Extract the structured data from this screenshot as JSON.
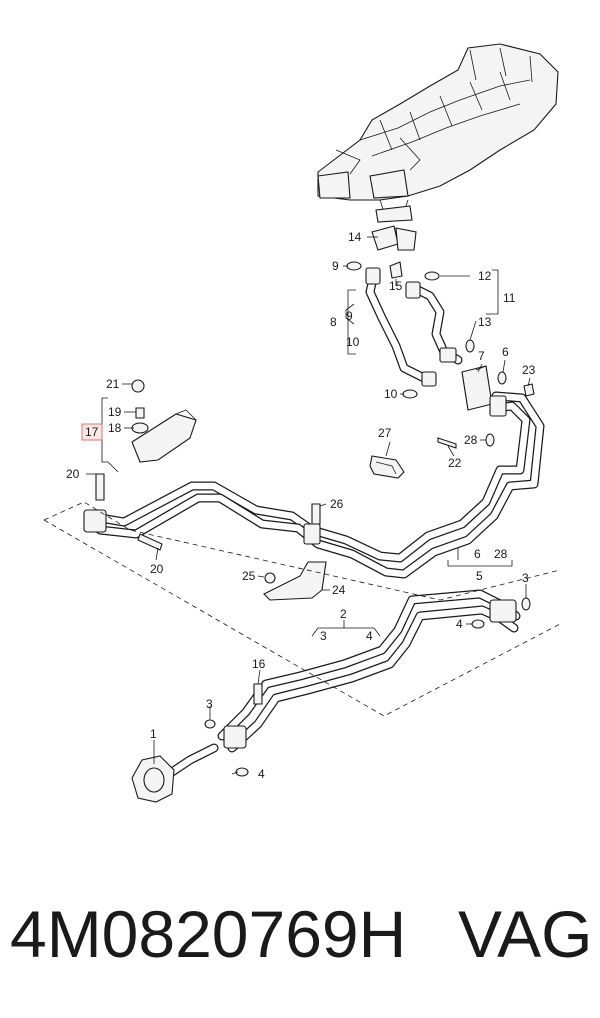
{
  "callouts": {
    "c1": "1",
    "c2": "2",
    "c3a": "3",
    "c3b": "3",
    "c3c": "3",
    "c4a": "4",
    "c4b": "4",
    "c4c": "4",
    "c5": "5",
    "c6a": "6",
    "c6b": "6",
    "c7": "7",
    "c8": "8",
    "c9a": "9",
    "c9b": "9",
    "c10a": "10",
    "c10b": "10",
    "c11": "11",
    "c12": "12",
    "c13": "13",
    "c14": "14",
    "c15": "15",
    "c16": "16",
    "c17": "17",
    "c18": "18",
    "c19": "19",
    "c20a": "20",
    "c20b": "20",
    "c21": "21",
    "c22": "22",
    "c23": "23",
    "c24": "24",
    "c25": "25",
    "c26": "26",
    "c27": "27",
    "c28a": "28",
    "c28b": "28"
  },
  "caption": {
    "part_number": "4M0820769H",
    "brand": "VAG"
  },
  "colors": {
    "highlight_fill": "#fde8e8",
    "highlight_stroke": "#e07070",
    "line": "#1a1a1a"
  }
}
